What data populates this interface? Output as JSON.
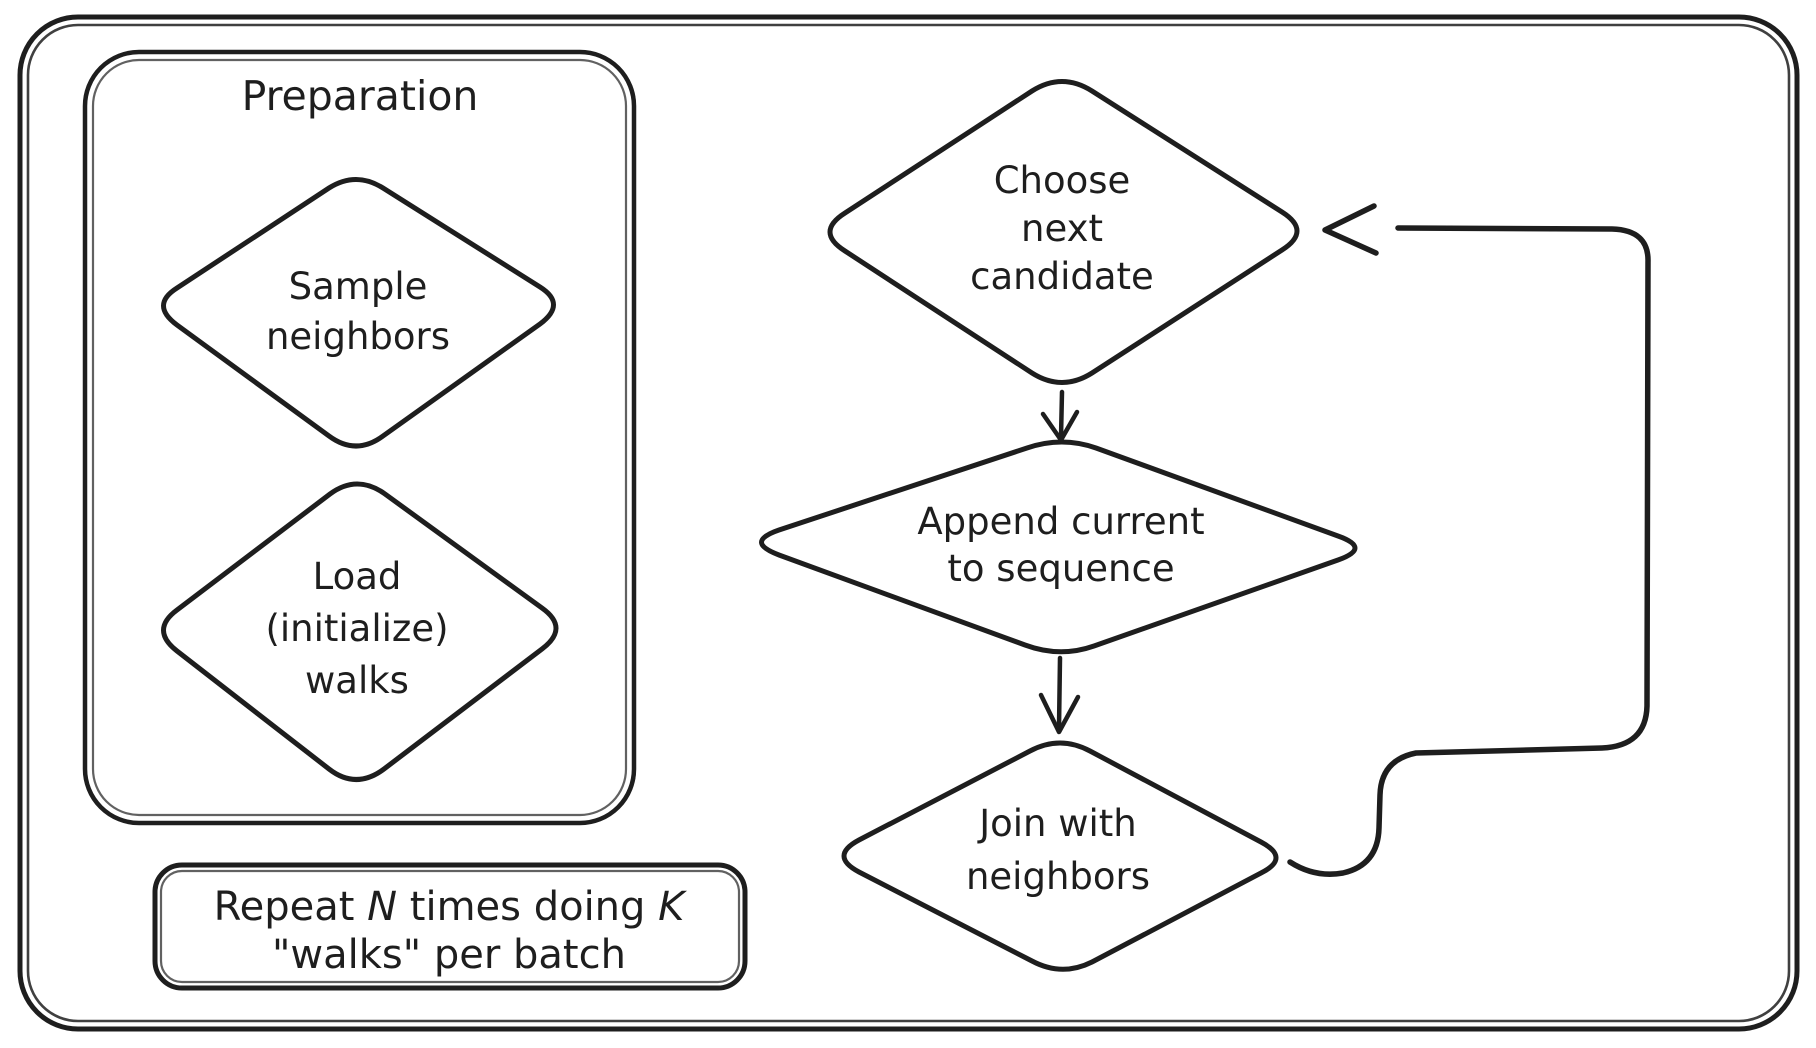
{
  "diagram": {
    "type": "flowchart",
    "colors": {
      "ink": "#1e1e1e",
      "background": "#ffffff"
    },
    "preparation_group": {
      "title": "Preparation",
      "nodes": {
        "sample": {
          "line1": "Sample",
          "line2": "neighbors"
        },
        "load": {
          "line1": "Load",
          "line2": "(initialize)",
          "line3": "walks"
        }
      }
    },
    "repeat_note": {
      "line1": {
        "part1": "Repeat ",
        "n": "N",
        "part2": " times doing ",
        "k": "K"
      },
      "line2": "\"walks\" per batch"
    },
    "walk_loop": {
      "choose": {
        "line1": "Choose",
        "line2": "next",
        "line3": "candidate"
      },
      "append": {
        "line1": "Append current",
        "line2": "to sequence"
      },
      "join": {
        "line1": "Join with",
        "line2": "neighbors"
      }
    }
  }
}
